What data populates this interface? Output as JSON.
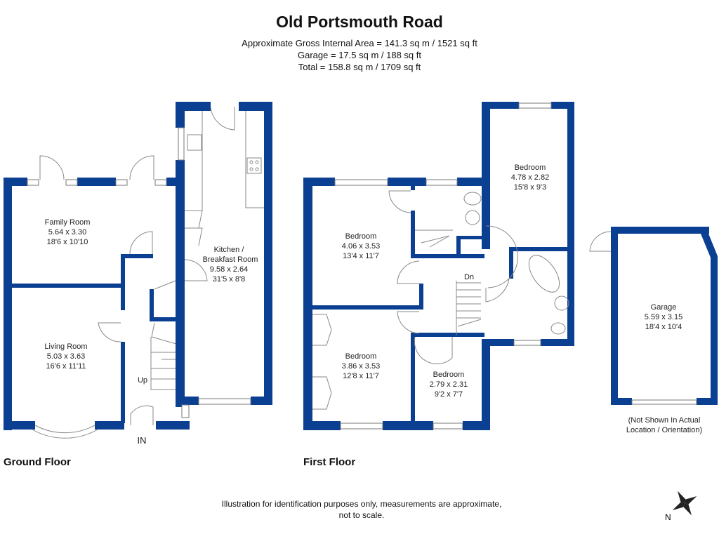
{
  "header": {
    "title": "Old Portsmouth Road",
    "gross_area": "Approximate Gross Internal Area = 141.3 sq m / 1521 sq ft",
    "garage_area": "Garage = 17.5 sq m / 188 sq ft",
    "total_area": "Total = 158.8 sq m / 1709 sq ft"
  },
  "ground_floor": {
    "label": "Ground Floor",
    "rooms": {
      "family": {
        "name": "Family Room",
        "metric": "5.64 x 3.30",
        "imperial": "18'6 x 10'10"
      },
      "kitchen": {
        "name1": "Kitchen /",
        "name2": "Breakfast Room",
        "metric": "9.58 x 2.64",
        "imperial": "31'5 x 8'8"
      },
      "living": {
        "name": "Living Room",
        "metric": "5.03 x 3.63",
        "imperial": "16'6 x 11'11"
      }
    },
    "stairs_label": "Up",
    "entrance_label": "IN"
  },
  "first_floor": {
    "label": "First Floor",
    "rooms": {
      "bed1": {
        "name": "Bedroom",
        "metric": "4.78 x 2.82",
        "imperial": "15'8 x 9'3"
      },
      "bed2": {
        "name": "Bedroom",
        "metric": "4.06 x 3.53",
        "imperial": "13'4 x 11'7"
      },
      "bed3": {
        "name": "Bedroom",
        "metric": "3.86 x 3.53",
        "imperial": "12'8 x 11'7"
      },
      "bed4": {
        "name": "Bedroom",
        "metric": "2.79 x 2.31",
        "imperial": "9'2 x 7'7"
      }
    },
    "stairs_label": "Dn"
  },
  "garage": {
    "name": "Garage",
    "metric": "5.59 x 3.15",
    "imperial": "18'4 x 10'4",
    "note1": "(Not Shown In Actual",
    "note2": "Location / Orientation)"
  },
  "disclaimer": {
    "line1": "Illustration for identification purposes only, measurements are approximate,",
    "line2": "not to scale."
  },
  "compass": {
    "label": "N"
  },
  "colors": {
    "wall": "#0a3f91"
  }
}
